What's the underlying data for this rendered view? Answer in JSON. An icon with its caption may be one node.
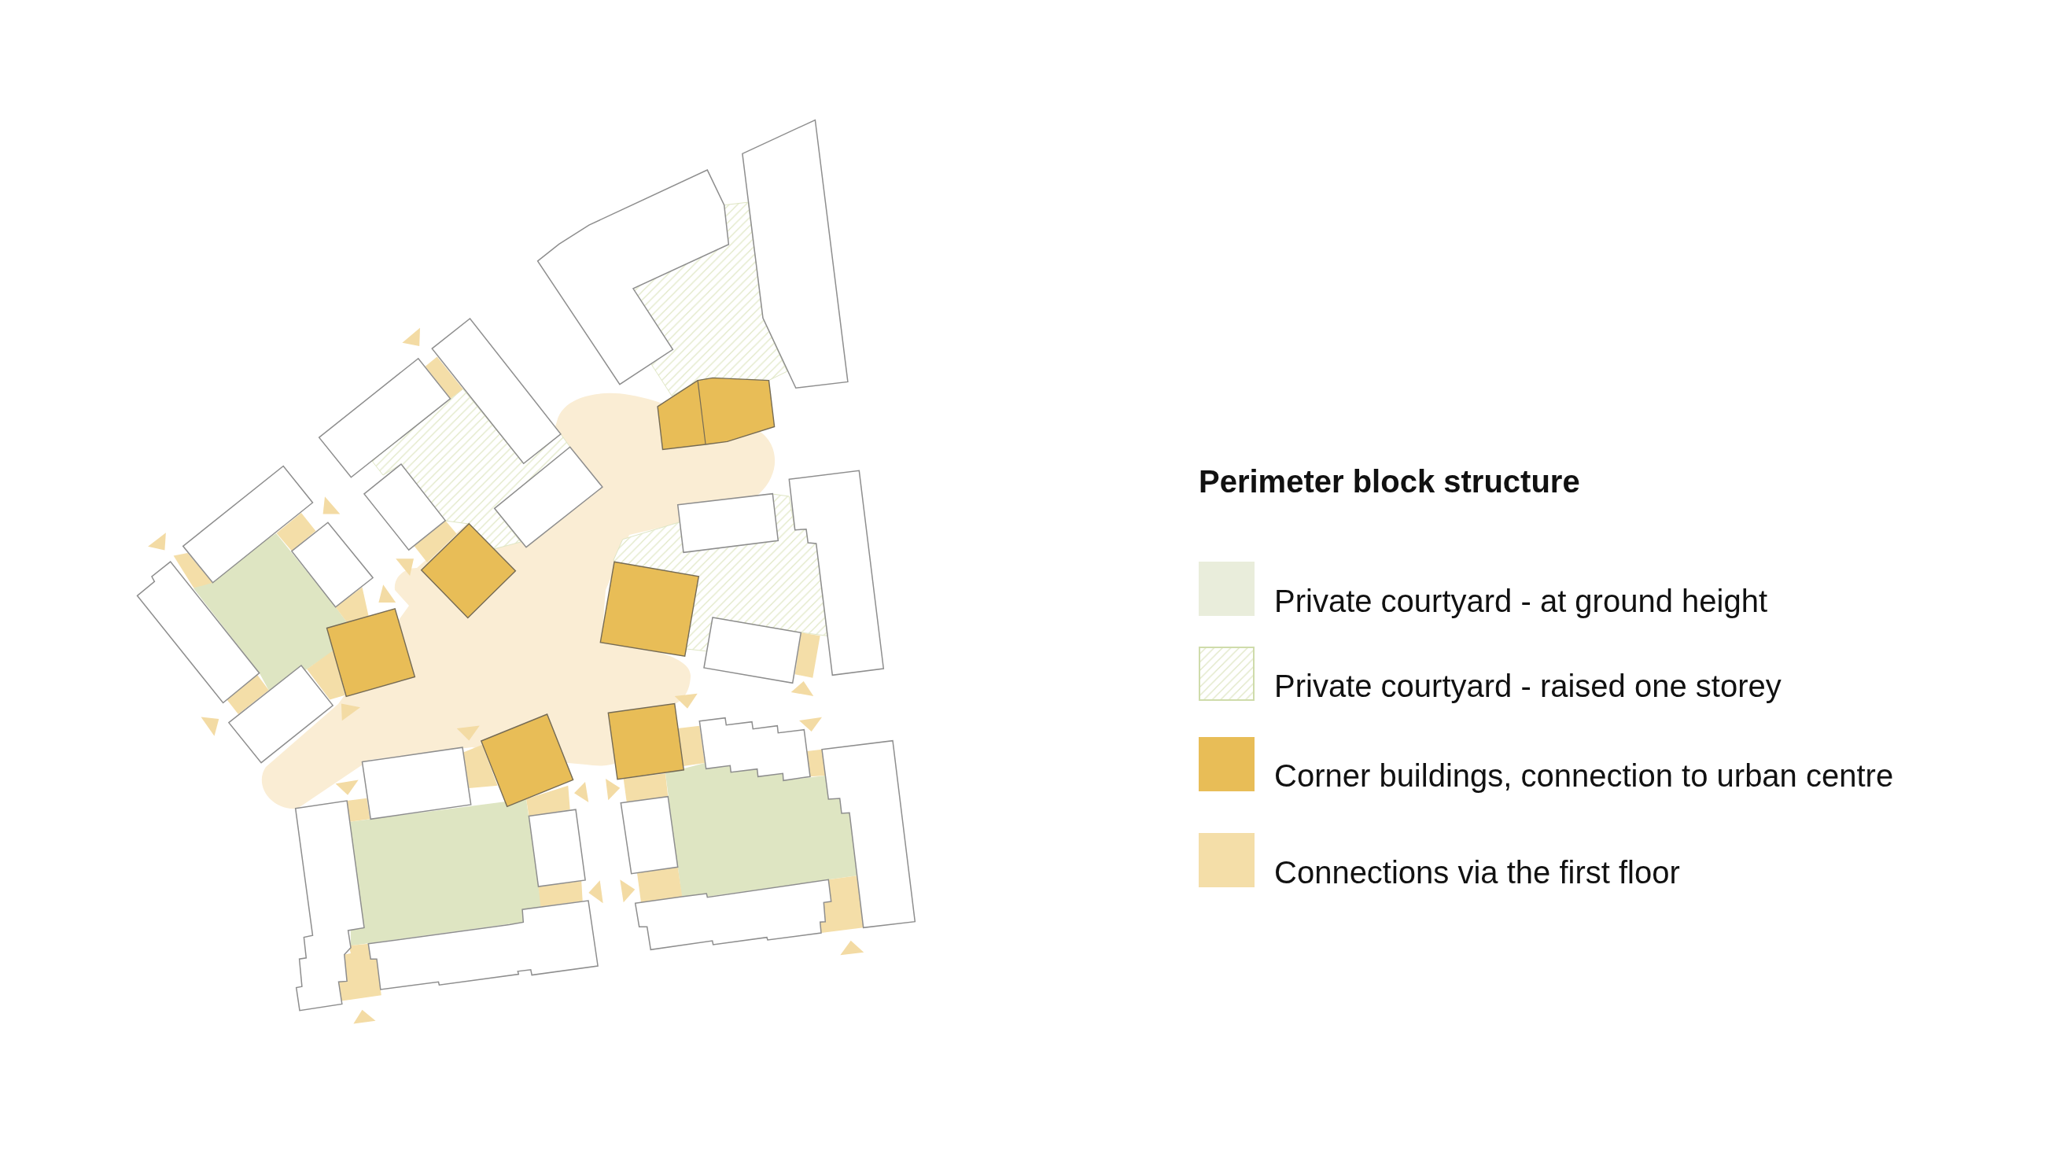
{
  "diagram": {
    "title": "Perimeter block structure",
    "legend": [
      {
        "text": "Private courtyard - at ground height",
        "color": "#e9eddb"
      },
      {
        "text": "Private courtyard - raised one storey"
      },
      {
        "text": "Corner buildings, connection to urban centre",
        "color": "#e8bd57"
      },
      {
        "text": "Connections via the first floor",
        "color": "#f4dea8"
      }
    ]
  }
}
